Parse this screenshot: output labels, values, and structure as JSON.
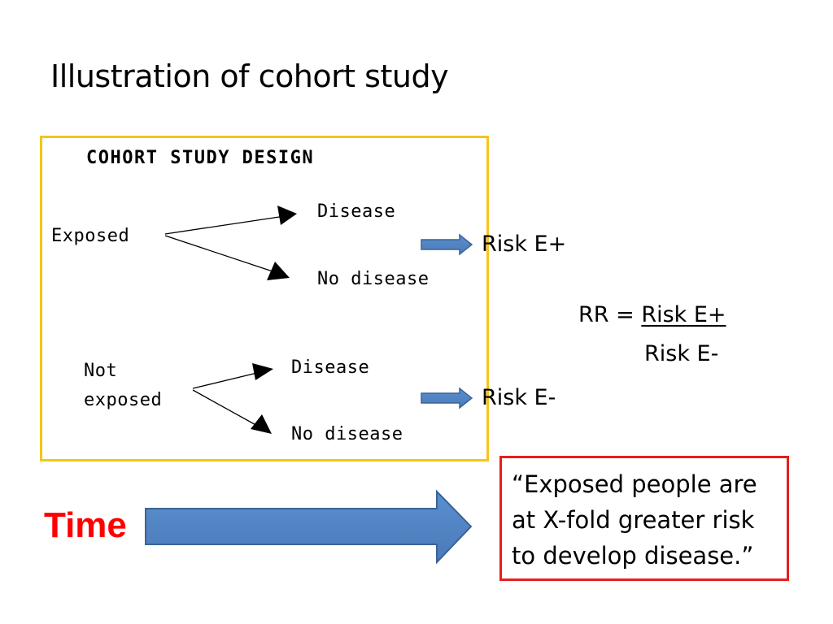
{
  "slide": {
    "title": "Illustration of cohort study"
  },
  "diagram": {
    "heading": "COHORT STUDY DESIGN",
    "exposed": {
      "label": "Exposed",
      "outcome_disease": "Disease",
      "outcome_no_disease": "No disease"
    },
    "not_exposed": {
      "label_line1": "Not",
      "label_line2": "exposed",
      "outcome_disease": "Disease",
      "outcome_no_disease": "No disease"
    },
    "box_color": "#f5c518"
  },
  "risks": {
    "exposed": "Risk E+",
    "unexposed": "Risk E-",
    "arrow_color": "#4f81bd"
  },
  "formula": {
    "lhs": "RR = ",
    "numerator": "Risk E+",
    "denominator": "Risk E-"
  },
  "timeline": {
    "label": "Time",
    "label_color": "#ff0000",
    "arrow_color": "#4f81bd"
  },
  "quote": {
    "text": "“Exposed people are at X-fold greater risk to develop disease.”",
    "border_color": "#e61e1e"
  }
}
